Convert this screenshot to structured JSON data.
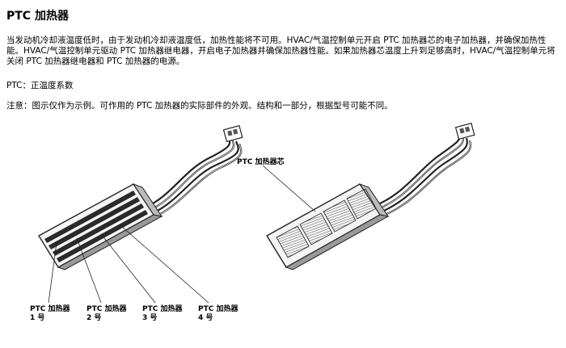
{
  "title": "PTC 加热器",
  "description": "当发动机冷却液温度低时，由于发动机冷却液温度低，加热性能将不可用。HVAC/气温控制单元开启 PTC 加热器芯的电子加热器，并确保加热性能。HVAC/气温控制单元驱动 PTC 加热器继电器，开启电子加热器并确保加热器性能。如果加热器芯温度上升到足够高时，HVAC/气温控制单元将关闭 PTC 加热器继电器和 PTC 加热器的电源。",
  "ptc_definition": "PTC：正温度系数",
  "note": "注意：图示仅作为示例。可作用的 PTC 加热器的实际部件的外观、结构和一部分，根据型号可能不同。",
  "labels": {
    "core": "PTC 加热器芯",
    "heaters": [
      {
        "name": "PTC 加热器",
        "num": "1 号"
      },
      {
        "name": "PTC 加热器",
        "num": "2 号"
      },
      {
        "name": "PTC 加热器",
        "num": "3 号"
      },
      {
        "name": "PTC 加热器",
        "num": "4 号"
      }
    ]
  }
}
